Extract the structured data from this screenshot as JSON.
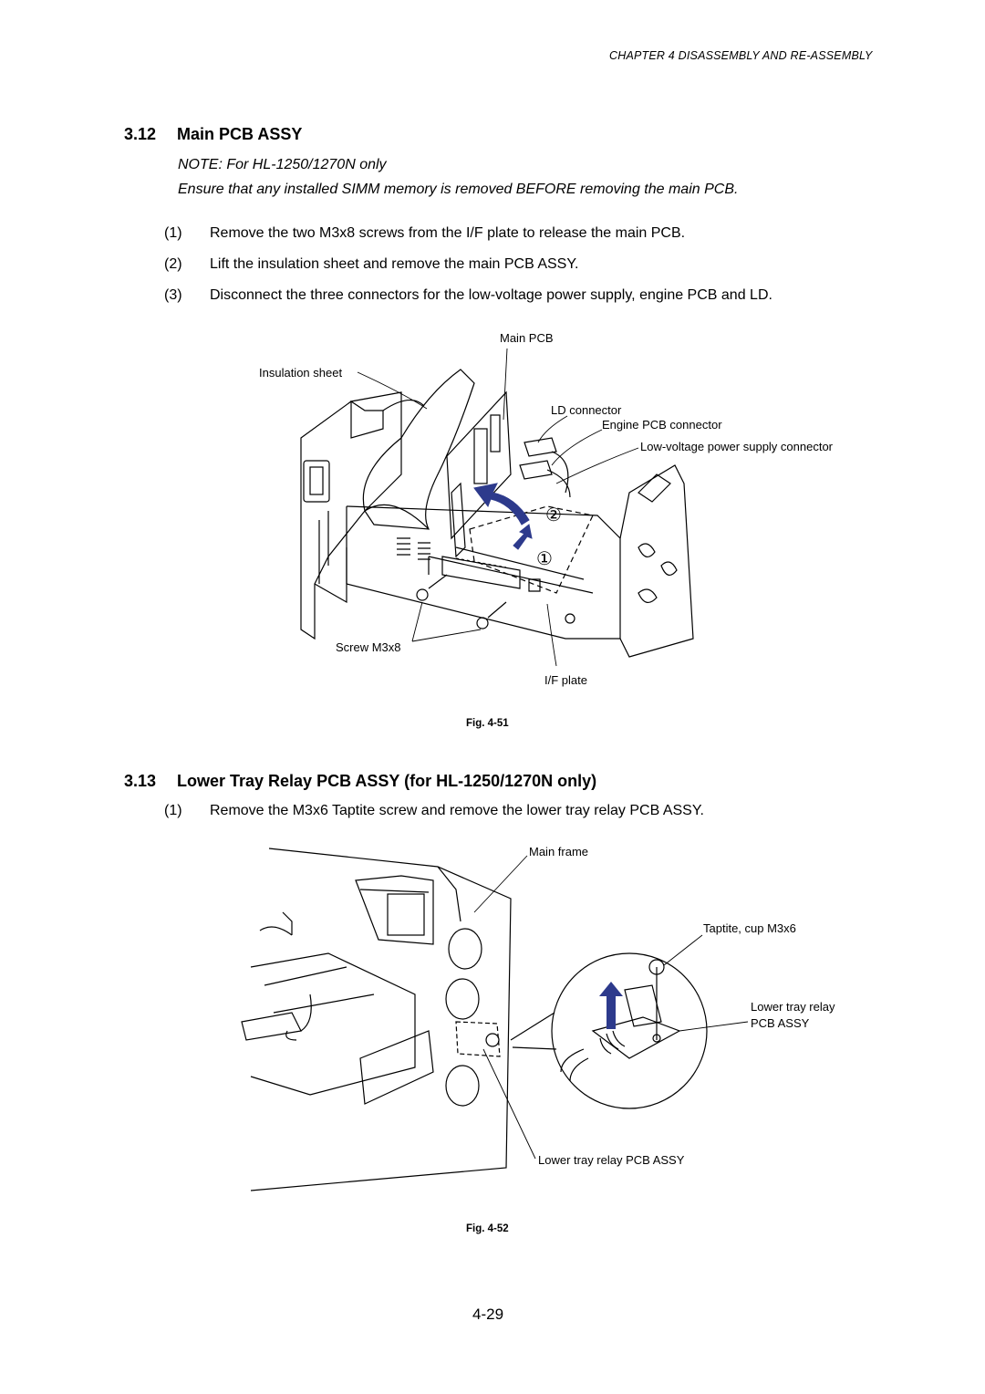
{
  "header": {
    "chapter": "CHAPTER 4  DISASSEMBLY AND RE-ASSEMBLY"
  },
  "section1": {
    "number": "3.12",
    "title": "Main PCB ASSY",
    "note": "NOTE: For HL-1250/1270N only",
    "warning": "Ensure that any installed SIMM memory is removed BEFORE removing the main PCB.",
    "steps": [
      {
        "n": "(1)",
        "text": "Remove the two M3x8 screws from the I/F plate to release the main PCB."
      },
      {
        "n": "(2)",
        "text": "Lift the insulation sheet and remove the main PCB ASSY."
      },
      {
        "n": "(3)",
        "text": "Disconnect the three connectors for the low-voltage power supply, engine PCB and LD."
      }
    ],
    "figure": {
      "labels": {
        "main_pcb": "Main PCB",
        "insulation_sheet": "Insulation sheet",
        "ld_connector": "LD connector",
        "engine_pcb_connector": "Engine PCB connector",
        "lv_connector": "Low-voltage power supply connector",
        "screw": "Screw M3x8",
        "if_plate": "I/F plate",
        "marker_1": "①",
        "marker_2": "②"
      },
      "caption": "Fig. 4-51"
    }
  },
  "section2": {
    "number": "3.13",
    "title": "Lower Tray Relay PCB ASSY (for HL-1250/1270N only)",
    "steps": [
      {
        "n": "(1)",
        "text": "Remove the M3x6 Taptite screw and remove the lower tray relay PCB ASSY."
      }
    ],
    "figure": {
      "labels": {
        "main_frame": "Main frame",
        "taptite": "Taptite, cup M3x6",
        "relay_line1": "Lower tray relay",
        "relay_line2": "PCB ASSY",
        "relay_bottom": "Lower tray relay PCB ASSY"
      },
      "caption": "Fig. 4-52"
    }
  },
  "footer": {
    "page": "4-29"
  },
  "colors": {
    "arrow": "#2d3a8c",
    "text": "#000000"
  }
}
